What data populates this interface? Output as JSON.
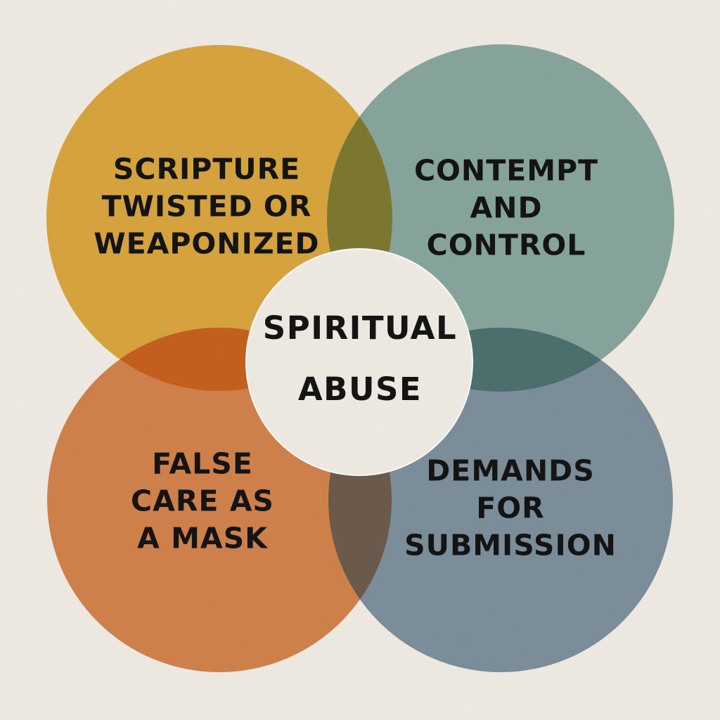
{
  "diagram": {
    "type": "venn-4-with-center",
    "colors": {
      "background": "#F4EFE7",
      "center": "#F4EFE7",
      "text": "#141414"
    },
    "center": {
      "lines": [
        "SPIRITUAL",
        "ABUSE"
      ]
    },
    "circles": [
      {
        "id": "scripture",
        "position": "top-left",
        "lines": [
          "SCRIPTURE",
          "TWISTED OR",
          "WEAPONIZED"
        ],
        "color": "#DBA73F"
      },
      {
        "id": "contempt",
        "position": "top-right",
        "lines": [
          "CONTEMPT",
          "AND",
          "CONTROL"
        ],
        "color": "#8AA89F"
      },
      {
        "id": "false-care",
        "position": "bottom-left",
        "lines": [
          "FALSE",
          "CARE AS",
          "A MASK"
        ],
        "color": "#D4844D"
      },
      {
        "id": "submission",
        "position": "bottom-right",
        "lines": [
          "DEMANDS",
          "FOR",
          "SUBMISSION"
        ],
        "color": "#7E919D"
      }
    ],
    "overlaps": [
      {
        "between": [
          "scripture",
          "contempt"
        ],
        "color": "#7F7A32"
      },
      {
        "between": [
          "scripture",
          "false-care"
        ],
        "color": "#C9621F"
      },
      {
        "between": [
          "contempt",
          "submission"
        ],
        "color": "#4E7271"
      },
      {
        "between": [
          "false-care",
          "submission"
        ],
        "color": "#6E5C4E"
      }
    ]
  }
}
